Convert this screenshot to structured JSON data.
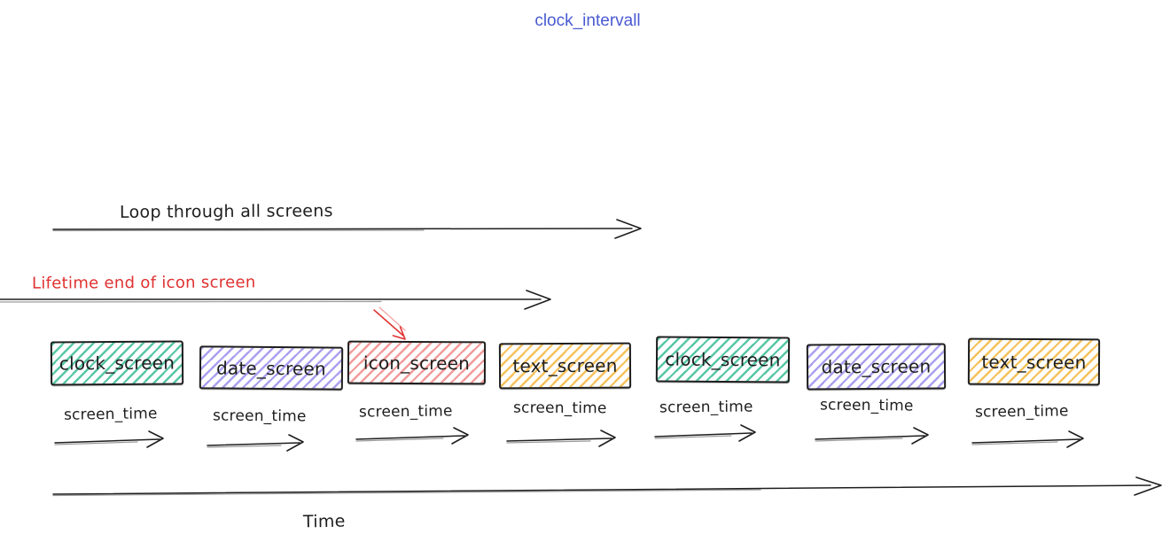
{
  "title": {
    "text": "clock_intervall",
    "color": "#4a5ad2"
  },
  "annotations": {
    "loop_arrow": {
      "label": "Loop through all screens",
      "color": "#1e1e1e"
    },
    "lifetime_arrow": {
      "label": "Lifetime end of icon screen",
      "color": "#e03131"
    },
    "icon_screen_pointer": {
      "color": "#e03131",
      "points_to": "icon_screen"
    },
    "time_axis": {
      "label": "Time",
      "color": "#1e1e1e"
    }
  },
  "screen_time_label": "screen_time",
  "screens": [
    {
      "label": "clock_screen",
      "fill": "#57c7a5"
    },
    {
      "label": "date_screen",
      "fill": "#aaa0ef"
    },
    {
      "label": "icon_screen",
      "fill": "#f29a9a"
    },
    {
      "label": "text_screen",
      "fill": "#f5c25c"
    },
    {
      "label": "clock_screen",
      "fill": "#57c7a5"
    },
    {
      "label": "date_screen",
      "fill": "#aaa0ef"
    },
    {
      "label": "text_screen",
      "fill": "#f5c25c"
    }
  ]
}
